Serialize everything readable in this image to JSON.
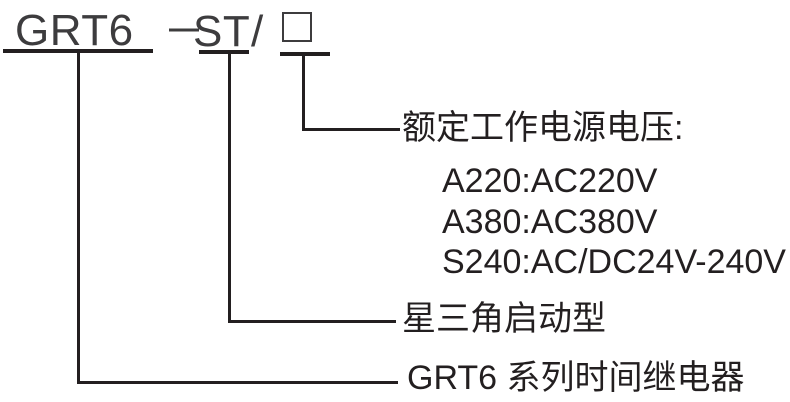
{
  "model_code": {
    "series": "GRT6",
    "separator": "—",
    "type_code": "ST",
    "slash": "/",
    "placeholder_symbol": "□"
  },
  "callouts": {
    "voltage": {
      "label": "额定工作电源电压:",
      "options": [
        "A220:AC220V",
        "A380:AC380V",
        "S240:AC/DC24V-240V"
      ]
    },
    "type": {
      "label": "星三角启动型"
    },
    "series": {
      "label": "GRT6 系列时间继电器"
    }
  },
  "colors": {
    "background": "#ffffff",
    "line": "#231f20",
    "text": "#231f20",
    "code_text": "#3d3c3e"
  }
}
